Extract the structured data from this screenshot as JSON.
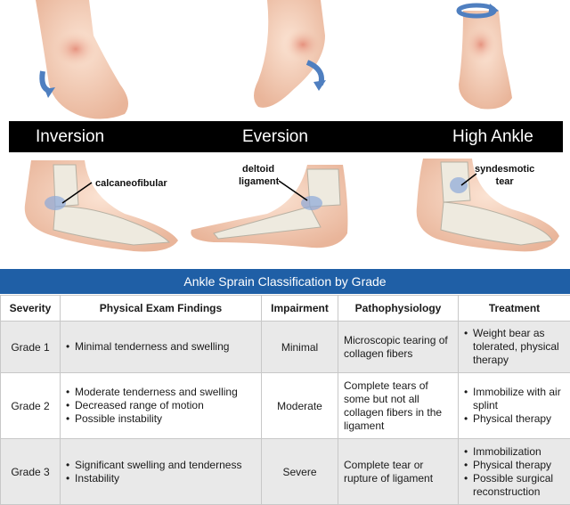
{
  "sprain_types": [
    {
      "label": "Inversion"
    },
    {
      "label": "Eversion"
    },
    {
      "label": "High Ankle"
    }
  ],
  "ligaments": {
    "inversion": "calcaneofibular",
    "eversion": [
      "deltoid",
      "ligament"
    ],
    "high_ankle": [
      "syndesmotic",
      "tear"
    ]
  },
  "table": {
    "title": "Ankle Sprain Classification by Grade",
    "headers": [
      "Severity",
      "Physical Exam Findings",
      "Impairment",
      "Pathophysiology",
      "Treatment"
    ],
    "rows": [
      {
        "severity": "Grade 1",
        "findings": [
          "Minimal tenderness and swelling"
        ],
        "impairment": "Minimal",
        "pathophysiology": "Microscopic tearing of collagen fibers",
        "treatment": [
          "Weight bear as tolerated, physical therapy"
        ]
      },
      {
        "severity": "Grade 2",
        "findings": [
          "Moderate tenderness and swelling",
          "Decreased range of motion",
          "Possible instability"
        ],
        "impairment": "Moderate",
        "pathophysiology": "Complete tears of some but not all collagen fibers in the ligament",
        "treatment": [
          "Immobilize with air splint",
          "Physical therapy"
        ]
      },
      {
        "severity": "Grade 3",
        "findings": [
          "Significant swelling and tenderness",
          "Instability"
        ],
        "impairment": "Severe",
        "pathophysiology": "Complete tear or rupture of ligament",
        "treatment": [
          "Immobilization",
          "Physical therapy",
          "Possible surgical reconstruction"
        ]
      }
    ]
  },
  "colors": {
    "title_bar": "#1f5fa6",
    "label_bar": "#000000",
    "skin": "#f3cdb4",
    "bone": "#eeeadf",
    "injury_rotation_arrow": "#4f7fc0"
  }
}
